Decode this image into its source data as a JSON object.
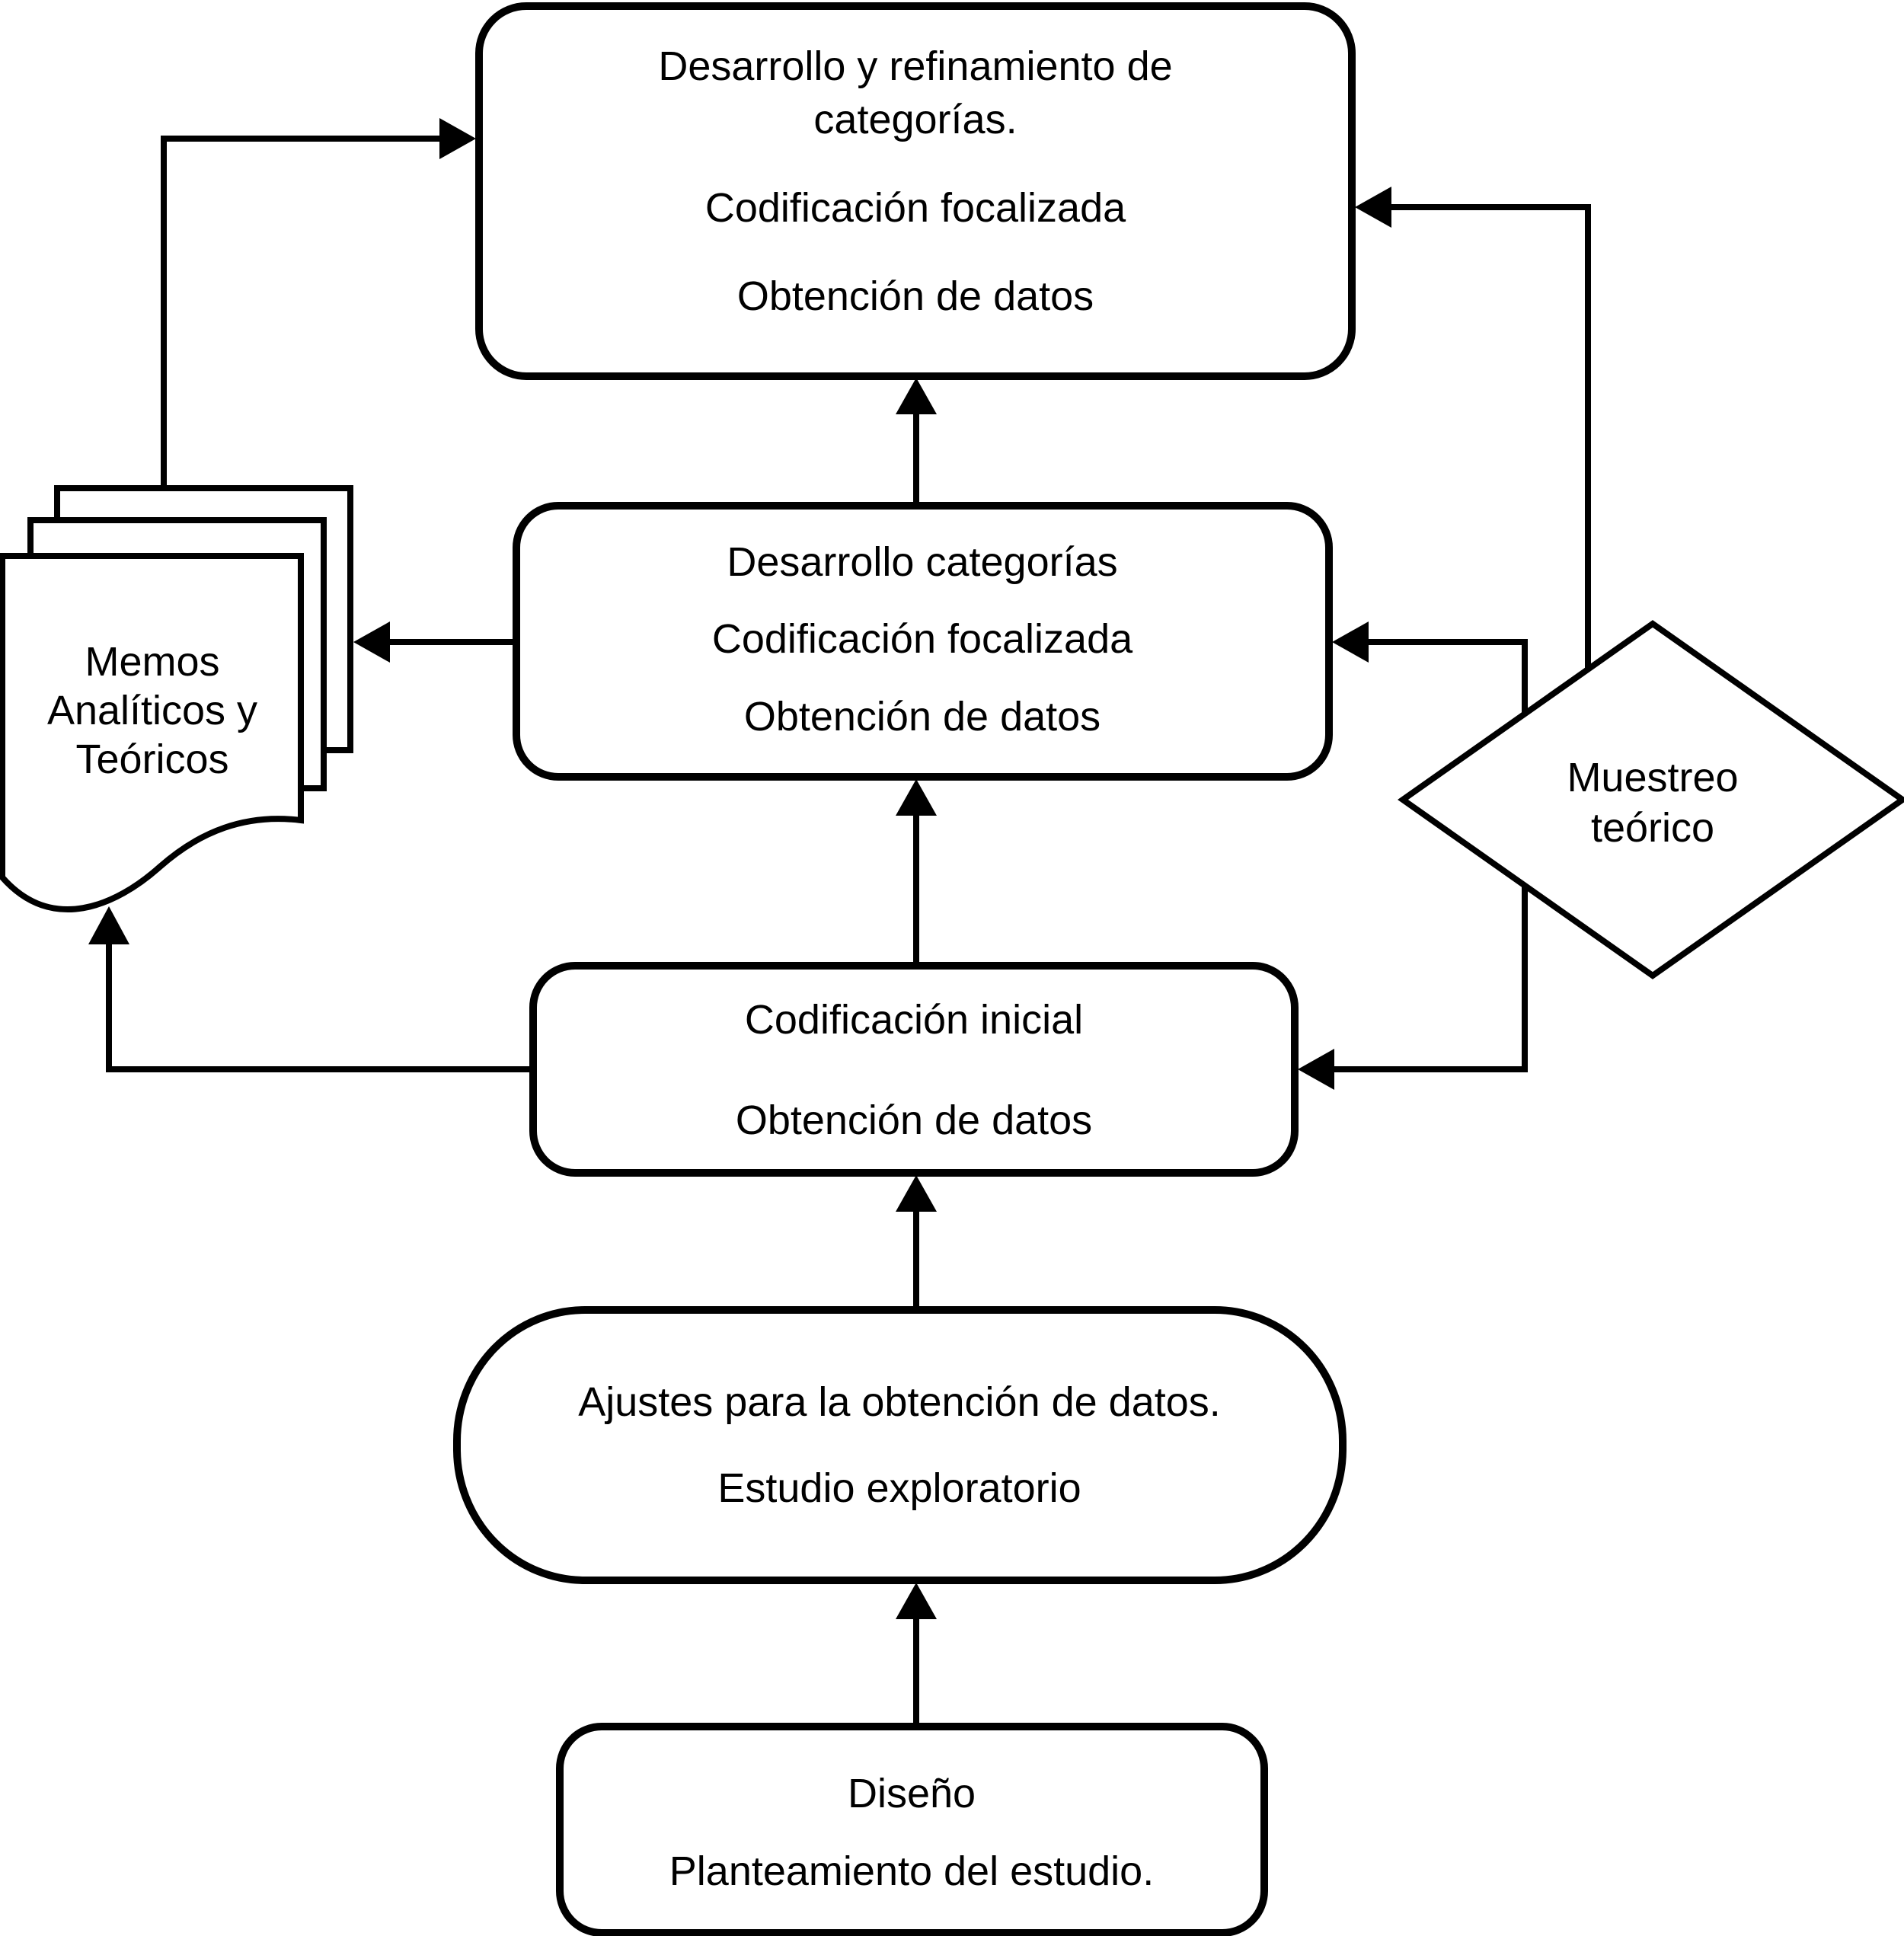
{
  "diagram": {
    "background": "#ffffff",
    "stroke_color": "#000000",
    "text_color": "#000000",
    "nodes": {
      "top_box": {
        "shape": "rounded-rectangle",
        "lines": [
          "Desarrollo y refinamiento de",
          "categorías.",
          "Codificación focalizada",
          "Obtención de datos"
        ]
      },
      "middle_box": {
        "shape": "rounded-rectangle",
        "lines": [
          "Desarrollo categorías",
          "Codificación focalizada",
          "Obtención de datos"
        ]
      },
      "initial_box": {
        "shape": "rounded-rectangle",
        "lines": [
          "Codificación inicial",
          "Obtención de datos"
        ]
      },
      "adjustments_stadium": {
        "shape": "stadium",
        "lines": [
          "Ajustes para la obtención de datos.",
          "Estudio exploratorio"
        ]
      },
      "design_box": {
        "shape": "rounded-rectangle",
        "lines": [
          "Diseño",
          "Planteamiento del estudio."
        ]
      },
      "memos_document": {
        "shape": "document-stack",
        "lines": [
          "Memos",
          "Analíticos y",
          "Teóricos"
        ]
      },
      "sampling_diamond": {
        "shape": "diamond",
        "lines": [
          "Muestreo",
          "teórico"
        ]
      }
    },
    "edges": [
      {
        "from": "design_box",
        "to": "adjustments_stadium"
      },
      {
        "from": "adjustments_stadium",
        "to": "initial_box"
      },
      {
        "from": "initial_box",
        "to": "middle_box"
      },
      {
        "from": "middle_box",
        "to": "top_box"
      },
      {
        "from": "middle_box",
        "to": "memos_document"
      },
      {
        "from": "initial_box",
        "to": "memos_document"
      },
      {
        "from": "memos_document",
        "to": "top_box"
      },
      {
        "from": "sampling_diamond",
        "to": "top_box"
      },
      {
        "from": "sampling_diamond",
        "to": "middle_box"
      },
      {
        "from": "sampling_diamond",
        "to": "initial_box"
      }
    ]
  }
}
